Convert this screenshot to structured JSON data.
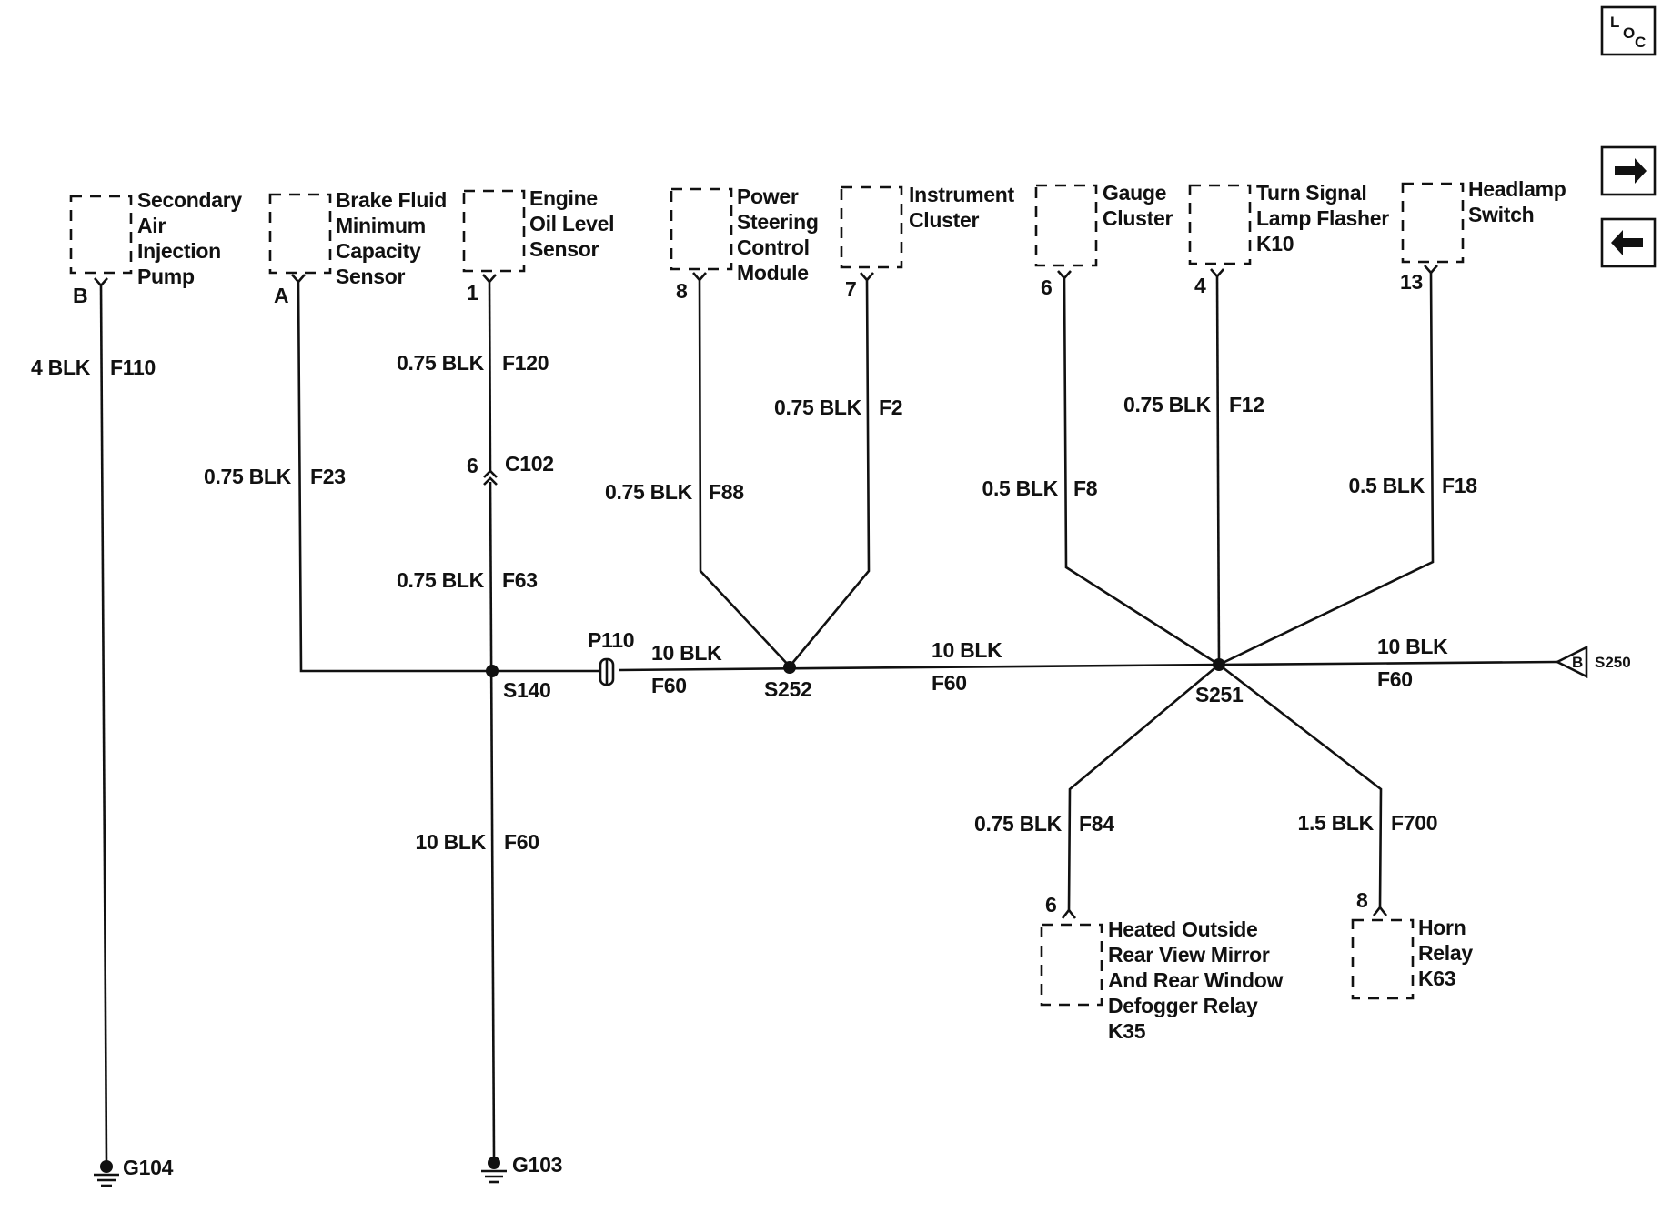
{
  "nav": {
    "loc_label": "LOC"
  },
  "components": {
    "secondary_air_pump": {
      "lines": [
        "Secondary",
        "Air",
        "Injection",
        "Pump"
      ],
      "pin": "B"
    },
    "brake_fluid_sensor": {
      "lines": [
        "Brake Fluid",
        "Minimum",
        "Capacity",
        "Sensor"
      ],
      "pin": "A"
    },
    "engine_oil_sensor": {
      "lines": [
        "Engine",
        "Oil Level",
        "Sensor"
      ],
      "pin": "1"
    },
    "power_steering_module": {
      "lines": [
        "Power",
        "Steering",
        "Control",
        "Module"
      ],
      "pin": "8"
    },
    "instrument_cluster": {
      "lines": [
        "Instrument",
        "Cluster"
      ],
      "pin": "7"
    },
    "gauge_cluster": {
      "lines": [
        "Gauge",
        "Cluster"
      ],
      "pin": "6"
    },
    "turn_signal_flasher": {
      "lines": [
        "Turn Signal",
        "Lamp Flasher",
        "K10"
      ],
      "pin": "4"
    },
    "headlamp_switch": {
      "lines": [
        "Headlamp",
        "Switch"
      ],
      "pin": "13"
    },
    "heated_mirror_relay": {
      "lines": [
        "Heated Outside",
        "Rear View Mirror",
        "And Rear Window",
        "Defogger Relay",
        "K35"
      ],
      "pin": "6"
    },
    "horn_relay": {
      "lines": [
        "Horn",
        "Relay",
        "K63"
      ],
      "pin": "8"
    }
  },
  "wires": {
    "f110": {
      "gauge": "4 BLK",
      "circuit": "F110"
    },
    "f23": {
      "gauge": "0.75 BLK",
      "circuit": "F23"
    },
    "f120": {
      "gauge": "0.75 BLK",
      "circuit": "F120"
    },
    "f63": {
      "gauge": "0.75 BLK",
      "circuit": "F63"
    },
    "f60_ground": {
      "gauge": "10 BLK",
      "circuit": "F60"
    },
    "f88": {
      "gauge": "0.75 BLK",
      "circuit": "F88"
    },
    "f2": {
      "gauge": "0.75 BLK",
      "circuit": "F2"
    },
    "f60_a": {
      "gauge": "10 BLK",
      "circuit": "F60"
    },
    "f60_b": {
      "gauge": "10 BLK",
      "circuit": "F60"
    },
    "f60_c": {
      "gauge": "10 BLK",
      "circuit": "F60"
    },
    "f8": {
      "gauge": "0.5 BLK",
      "circuit": "F8"
    },
    "f12": {
      "gauge": "0.75 BLK",
      "circuit": "F12"
    },
    "f18": {
      "gauge": "0.5 BLK",
      "circuit": "F18"
    },
    "f84": {
      "gauge": "0.75 BLK",
      "circuit": "F84"
    },
    "f700": {
      "gauge": "1.5 BLK",
      "circuit": "F700"
    }
  },
  "splices": {
    "s140": "S140",
    "s252": "S252",
    "s251": "S251"
  },
  "connectors": {
    "c102": {
      "pin": "6",
      "name": "C102"
    },
    "p110": "P110",
    "s250": {
      "letter": "B",
      "name": "S250"
    }
  },
  "grounds": {
    "g104": "G104",
    "g103": "G103"
  }
}
